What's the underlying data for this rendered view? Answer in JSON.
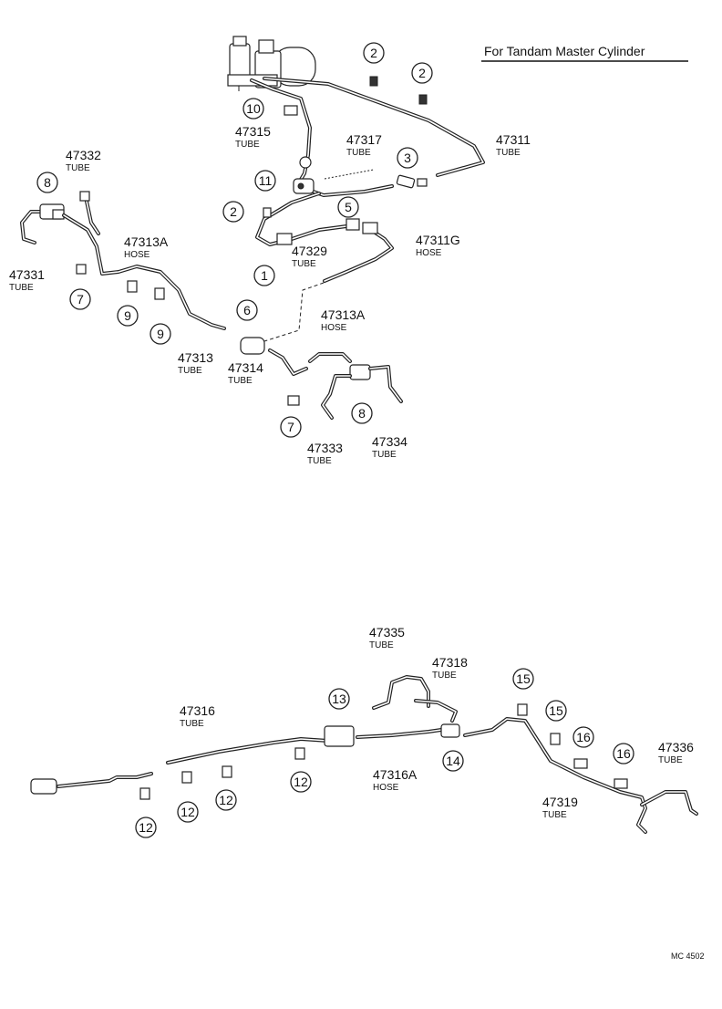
{
  "header": {
    "title": "For Tandam Master Cylinder"
  },
  "footer": {
    "code": "MC 4502"
  },
  "parts": [
    {
      "id": "p47311",
      "number": "47311",
      "type": "TUBE"
    },
    {
      "id": "p47315",
      "number": "47315",
      "type": "TUBE"
    },
    {
      "id": "p47317",
      "number": "47317",
      "type": "TUBE"
    },
    {
      "id": "p47332",
      "number": "47332",
      "type": "TUBE"
    },
    {
      "id": "p47313A_a",
      "number": "47313A",
      "type": "HOSE"
    },
    {
      "id": "p47331",
      "number": "47331",
      "type": "TUBE"
    },
    {
      "id": "p47329",
      "number": "47329",
      "type": "TUBE"
    },
    {
      "id": "p47311G",
      "number": "47311G",
      "type": "HOSE"
    },
    {
      "id": "p47313A_b",
      "number": "47313A",
      "type": "HOSE"
    },
    {
      "id": "p47313",
      "number": "47313",
      "type": "TUBE"
    },
    {
      "id": "p47314",
      "number": "47314",
      "type": "TUBE"
    },
    {
      "id": "p47333",
      "number": "47333",
      "type": "TUBE"
    },
    {
      "id": "p47334",
      "number": "47334",
      "type": "TUBE"
    },
    {
      "id": "p47335",
      "number": "47335",
      "type": "TUBE"
    },
    {
      "id": "p47318",
      "number": "47318",
      "type": "TUBE"
    },
    {
      "id": "p47316",
      "number": "47316",
      "type": "TUBE"
    },
    {
      "id": "p47316A",
      "number": "47316A",
      "type": "HOSE"
    },
    {
      "id": "p47336",
      "number": "47336",
      "type": "TUBE"
    },
    {
      "id": "p47319",
      "number": "47319",
      "type": "TUBE"
    }
  ],
  "refs": [
    "1",
    "2",
    "3",
    "5",
    "6",
    "7",
    "8",
    "9",
    "10",
    "11",
    "12",
    "13",
    "14",
    "15",
    "16"
  ]
}
